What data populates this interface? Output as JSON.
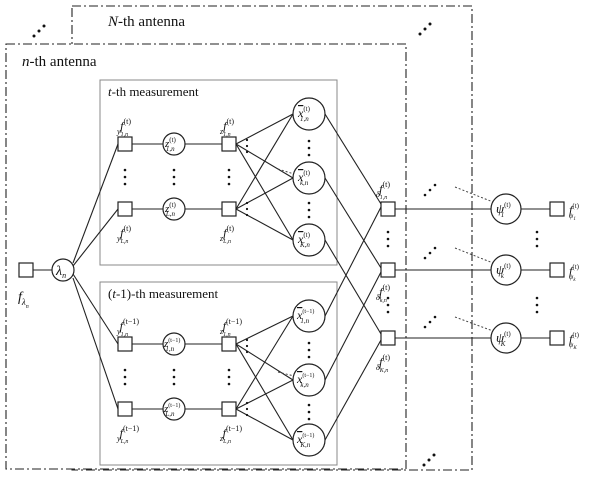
{
  "frames": {
    "outer_title_var": "N",
    "outer_title_rest": "-th antenna",
    "inner_title_var": "n",
    "inner_title_rest": "-th antenna"
  },
  "measurements": {
    "top_var": "t",
    "top_rest": "-th measurement",
    "bottom_prefix": "(",
    "bottom_var": "t",
    "bottom_rest": "-1)-th measurement"
  },
  "nodes": {
    "lambda": {
      "main": "λ",
      "sub": "n"
    },
    "f_lambda": {
      "main": "f",
      "sub": "λ",
      "subsub": "n"
    },
    "top": {
      "fy1": {
        "main": "f",
        "sup": "(t)",
        "sub": "y",
        "subsub": "1,n"
      },
      "fyL": {
        "main": "f",
        "sup": "(t)",
        "sub": "y",
        "subsub": "L,n"
      },
      "z1": {
        "main": "z",
        "sup": "(t)",
        "sub": "1,n"
      },
      "zL": {
        "main": "z",
        "sup": "(t)",
        "sub": "L,n"
      },
      "fz1": {
        "main": "f",
        "sup": "(t)",
        "sub": "z",
        "subsub": "1,n"
      },
      "fzL": {
        "main": "f",
        "sup": "(t)",
        "sub": "z",
        "subsub": "L,n"
      },
      "x1": {
        "main": "x",
        "sup": "(t)",
        "sub": "1,n"
      },
      "xk": {
        "main": "x",
        "sup": "(t)",
        "sub": "k,n"
      },
      "xK": {
        "main": "x",
        "sup": "(t)",
        "sub": "K,n"
      }
    },
    "bottom": {
      "fy1": {
        "main": "f",
        "sup": "(t−1)",
        "sub": "y",
        "subsub": "1,n"
      },
      "fyL": {
        "main": "f",
        "sup": "(t−1)",
        "sub": "y",
        "subsub": "L,n"
      },
      "z1": {
        "main": "z",
        "sup": "(t−1)",
        "sub": "1,n"
      },
      "zL": {
        "main": "z",
        "sup": "(t−1)",
        "sub": "L,n"
      },
      "fz1": {
        "main": "f",
        "sup": "(t−1)",
        "sub": "z",
        "subsub": "1,n"
      },
      "fzL": {
        "main": "f",
        "sup": "(t−1)",
        "sub": "z",
        "subsub": "L,n"
      },
      "x1": {
        "main": "x",
        "sup": "(t−1)",
        "sub": "1,n"
      },
      "xk": {
        "main": "x",
        "sup": "(t−1)",
        "sub": "k,n"
      },
      "xK": {
        "main": "x",
        "sup": "(t−1)",
        "sub": "K,n"
      }
    },
    "fdelta1": {
      "main": "f",
      "sup": "(t)",
      "sub": "δ",
      "subsub": "1,n"
    },
    "fdeltak": {
      "main": "f",
      "sup": "(t)",
      "sub": "δ",
      "subsub": "k,n"
    },
    "fdeltaK": {
      "main": "f",
      "sup": "(t)",
      "sub": "δ",
      "subsub": "K,n"
    },
    "psi1": {
      "main": "ψ",
      "sup": "(t)",
      "sub": "1"
    },
    "psik": {
      "main": "ψ",
      "sup": "(t)",
      "sub": "k"
    },
    "psiK": {
      "main": "ψ",
      "sup": "(t)",
      "sub": "K"
    },
    "fpsi1": {
      "main": "f",
      "sup": "(t)",
      "sub": "ψ",
      "subsub": "1"
    },
    "fpsik": {
      "main": "f",
      "sup": "(t)",
      "sub": "ψ",
      "subsub": "k"
    },
    "fpsiK": {
      "main": "f",
      "sup": "(t)",
      "sub": "ψ",
      "subsub": "K"
    }
  }
}
